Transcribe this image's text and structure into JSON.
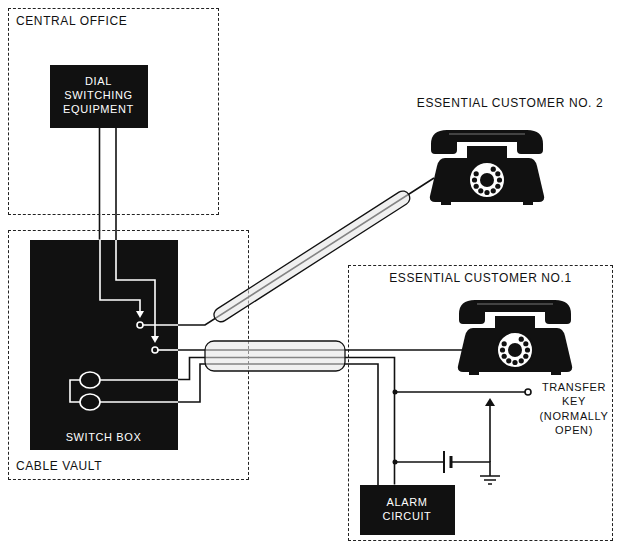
{
  "diagram": {
    "nodes": [
      {
        "text": [
          "CENTRAL OFFICE"
        ]
      },
      {
        "text": [
          "DIAL SWITCHING EQUIPMENT"
        ],
        "in": 0
      },
      {
        "text": [
          "CABLE VAULT"
        ]
      },
      {
        "text": [
          "SWITCH BOX"
        ],
        "in": 2
      },
      {
        "text": [
          "ESSENTIAL CUSTOMER NO.1"
        ]
      },
      {
        "text": [
          "ALARM CIRCUIT"
        ],
        "in": 4
      }
    ],
    "edges": [
      {
        "from": 1,
        "to": 3,
        "arrow": "none"
      },
      {
        "from": 3,
        "to": 5,
        "arrow": "none"
      }
    ],
    "labels": [
      "ESSENTIAL CUSTOMER NO. 2",
      "TRANSFER KEY (NORMALLY OPEN)"
    ]
  }
}
